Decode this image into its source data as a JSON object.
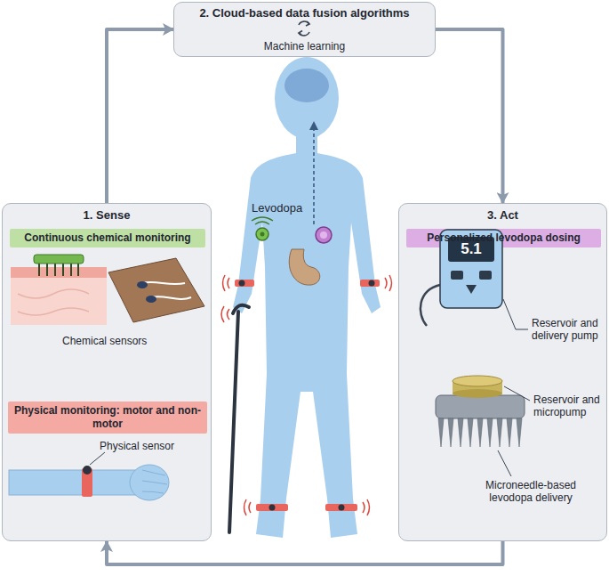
{
  "diagram": {
    "nodes": [
      {
        "text": [
          "2. Cloud-based data fusion algorithms",
          "Machine learning"
        ]
      },
      {
        "text": [
          "1. Sense"
        ]
      },
      {
        "text": [
          "Continuous chemical monitoring"
        ],
        "in": 1
      },
      {
        "text": [
          "Physical monitoring: motor and non-motor"
        ],
        "in": 1
      },
      {
        "text": [
          "3. Act"
        ]
      },
      {
        "text": [
          "Personalized levodopa dosing"
        ],
        "in": 4
      }
    ],
    "edges": [
      {
        "from": 1,
        "to": 0,
        "arrow": "to"
      },
      {
        "from": 0,
        "to": 4,
        "arrow": "to"
      },
      {
        "from": 4,
        "to": 1,
        "arrow": "to"
      }
    ],
    "labels": [
      "Levodopa",
      "Chemical sensors",
      "Physical sensor",
      "5.1",
      "Reservoir and delivery pump",
      "Reservoir and micropump",
      "Microneedle-based levodopa delivery"
    ]
  }
}
